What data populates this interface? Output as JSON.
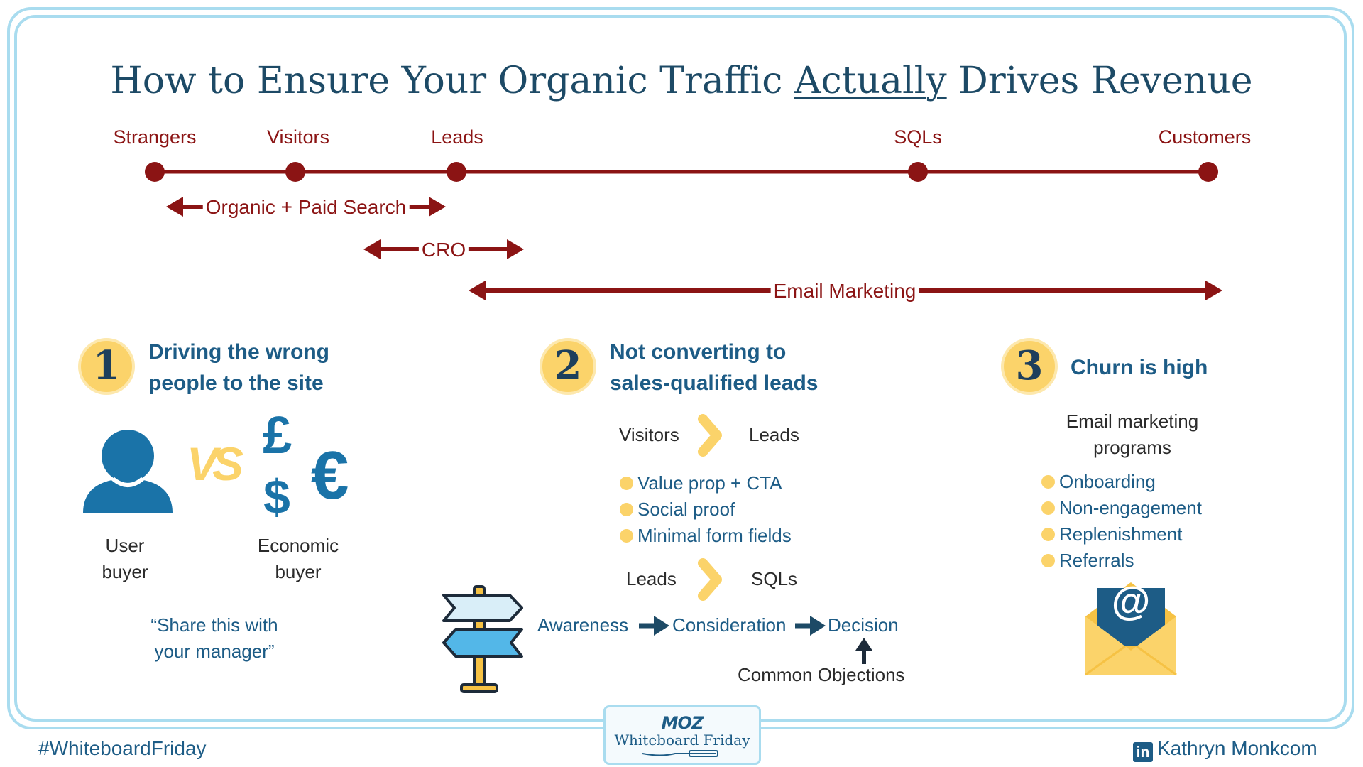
{
  "title": {
    "before": "How to Ensure Your Organic Traffic ",
    "emphasis": "Actually",
    "after": " Drives Revenue"
  },
  "funnel_stages": [
    "Strangers",
    "Visitors",
    "Leads",
    "SQLs",
    "Customers"
  ],
  "channels": {
    "search": "Organic + Paid Search",
    "cro": "CRO",
    "email": "Email Marketing"
  },
  "problem1": {
    "number": "1",
    "heading_line1": "Driving the wrong",
    "heading_line2": "people to the site",
    "vs": "VS",
    "user_line1": "User",
    "user_line2": "buyer",
    "econ_line1": "Economic",
    "econ_line2": "buyer",
    "quote_line1": "“Share this with",
    "quote_line2": "your manager”"
  },
  "problem2": {
    "number": "2",
    "heading_line1": "Not converting to",
    "heading_line2": "sales-qualified leads",
    "step1_from": "Visitors",
    "step1_to": "Leads",
    "step1_items": [
      "Value prop + CTA",
      "Social proof",
      "Minimal form fields"
    ],
    "step2_from": "Leads",
    "step2_to": "SQLs",
    "journey": [
      "Awareness",
      "Consideration",
      "Decision"
    ],
    "objections": "Common Objections"
  },
  "problem3": {
    "number": "3",
    "heading": "Churn is high",
    "sub_line1": "Email marketing",
    "sub_line2": "programs",
    "items": [
      "Onboarding",
      "Non-engagement",
      "Replenishment",
      "Referrals"
    ]
  },
  "currency": {
    "pound": "£",
    "dollar": "$",
    "euro": "€"
  },
  "email_icon_symbol": "@",
  "icons": [
    "user-icon",
    "currency-icon",
    "signpost-icon",
    "email-envelope-icon",
    "chevron-right-icon",
    "linkedin-icon"
  ],
  "footer": {
    "hashtag": "#WhiteboardFriday",
    "brand_logo": "MOZ",
    "brand_name": "Whiteboard Friday",
    "linkedin": "in",
    "author": "Kathryn Monkcom"
  },
  "colors": {
    "dark_red": "#8b1414",
    "navy": "#1d4a66",
    "blue": "#1d5c86",
    "yellow": "#fbd36a",
    "frame": "#a9dcef"
  }
}
